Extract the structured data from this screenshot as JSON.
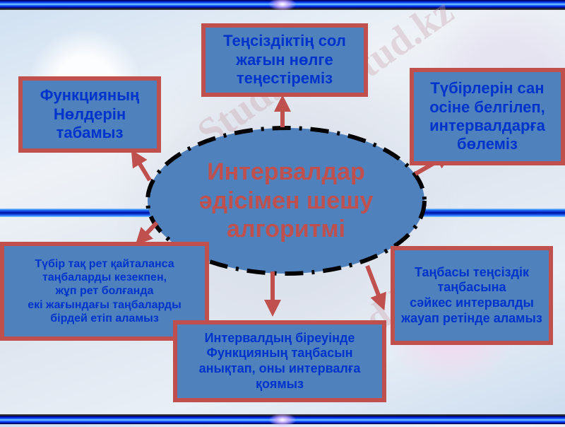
{
  "diagram": {
    "center": {
      "lines": [
        "Интервалдар",
        "әдісімен шешу",
        "алгоритмі"
      ]
    },
    "steps": [
      {
        "id": "top",
        "lines": [
          "Теңсіздіктің сол",
          "жағын нөлге",
          "теңестіреміз"
        ]
      },
      {
        "id": "left",
        "lines": [
          "Функцияның",
          "Нөлдерін",
          "табамыз"
        ]
      },
      {
        "id": "right",
        "lines": [
          "Түбірлерін сан",
          "осіне белгілеп,",
          "интервалдарға",
          "бөлеміз"
        ]
      },
      {
        "id": "bottom",
        "lines": [
          "Интервалдың біреуінде",
          "Функцияның таңбасын",
          "анықтап, оны интервалға",
          "қоямыз"
        ]
      },
      {
        "id": "bottom-left",
        "lines": [
          "Түбір тақ рет қайталанса",
          "таңбаларды кезекпен,",
          "жұп рет болғанда",
          "екі жағындағы таңбаларды",
          "бірдей етіп аламыз"
        ]
      },
      {
        "id": "bottom-right",
        "lines": [
          "Таңбасы теңсіздік",
          "таңбасына",
          "сәйкес интервалды",
          "жауап ретінде аламыз"
        ]
      }
    ],
    "colors": {
      "box_fill": "#4f81bd",
      "box_border": "#c0504d",
      "box_text": "#0033cc",
      "center_text": "#c0504d",
      "arrow": "#c0504d",
      "ellipse_border": "#000000"
    }
  },
  "watermark": {
    "text": "Stud.kz"
  }
}
